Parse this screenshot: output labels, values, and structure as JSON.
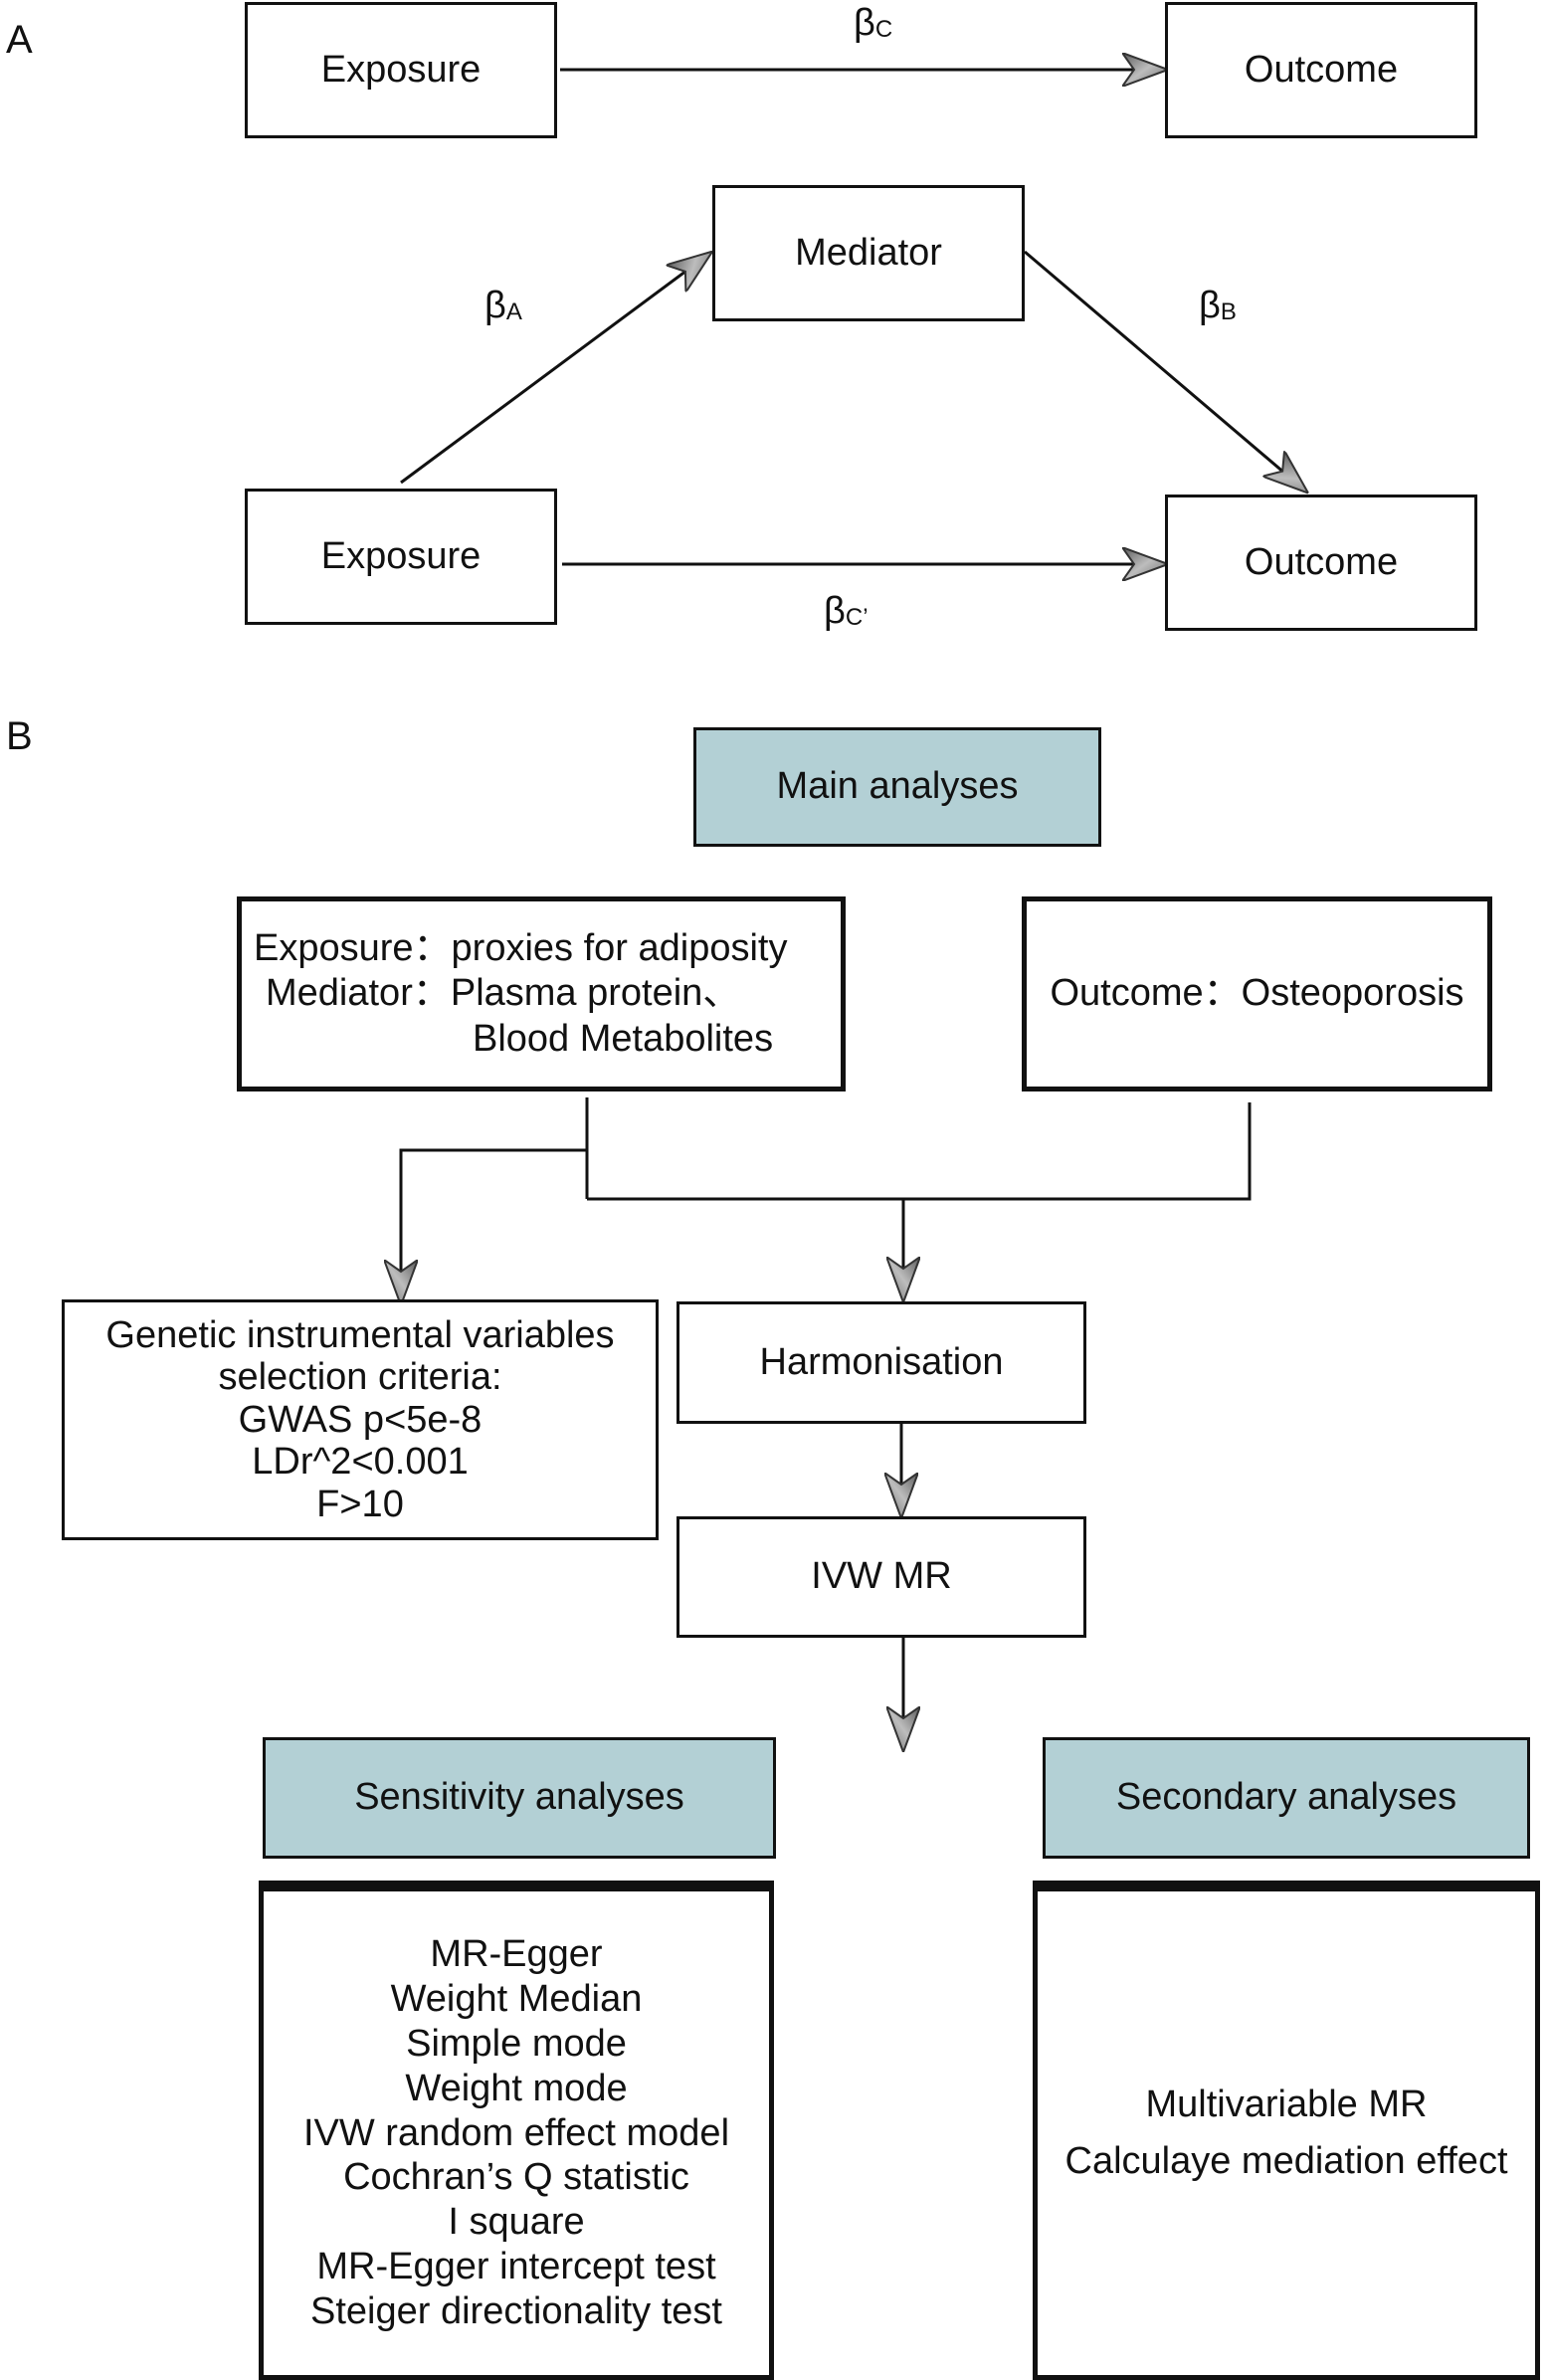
{
  "panel_a": {
    "label": "A",
    "top": {
      "exposure": "Exposure",
      "outcome": "Outcome",
      "beta_main": "β",
      "beta_sub": "C"
    },
    "mediation": {
      "mediator": "Mediator",
      "exposure": "Exposure",
      "outcome": "Outcome",
      "beta_a_main": "β",
      "beta_a_sub": "A",
      "beta_b_main": "β",
      "beta_b_sub": "B",
      "beta_c_main": "β",
      "beta_c_sub": "C’"
    }
  },
  "panel_b": {
    "label": "B",
    "main_analyses": "Main analyses",
    "exposure_box": {
      "line1": "Exposure：proxies for adiposity",
      "line2": "Mediator：Plasma protein、",
      "line3": "Blood Metabolites"
    },
    "outcome_box": "Outcome：Osteoporosis",
    "genetic_box": [
      "Genetic instrumental variables",
      "selection criteria:",
      "GWAS p<5e-8",
      "LDr^2<0.001",
      "F>10"
    ],
    "harmonisation": "Harmonisation",
    "ivw_mr": "IVW MR",
    "sensitivity_analyses": "Sensitivity analyses",
    "secondary_analyses": "Secondary analyses",
    "sensitivity_list": [
      "MR-Egger",
      "Weight Median",
      "Simple mode",
      "Weight mode",
      "IVW random effect model",
      "Cochran’s Q statistic",
      "I square",
      "MR-Egger intercept test",
      "Steiger directionality test"
    ],
    "secondary_list": [
      "Multivariable MR",
      "Calculaye  mediation effect"
    ]
  },
  "colors": {
    "accent_fill": "#b3d0d5",
    "line": "#111111",
    "arrowhead": "#8a8a8a"
  }
}
